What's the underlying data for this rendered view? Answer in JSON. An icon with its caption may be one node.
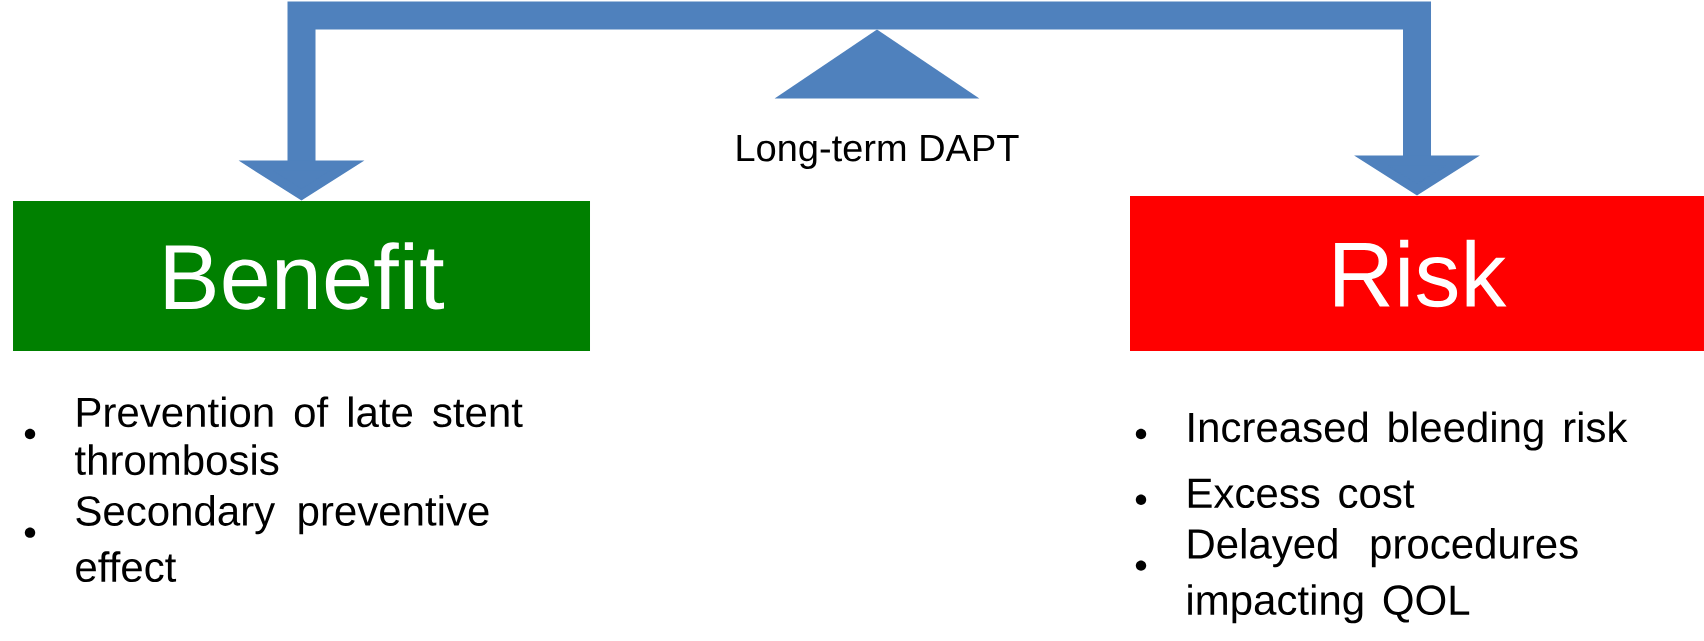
{
  "diagram": {
    "nodes": [
      {
        "text": [],
        "shape": "triangle",
        "beside": [
          "Long-term DAPT"
        ]
      },
      {
        "text": [
          "Benefit"
        ],
        "beside": [
          "Prevention of late stent thrombosis",
          "Secondary preventive effect"
        ]
      },
      {
        "text": [
          "Risk"
        ],
        "beside": [
          "Increased bleeding risk",
          "Excess cost",
          "Delayed procedures impacting QOL"
        ]
      }
    ],
    "edges": [
      {
        "from": 0,
        "to": 1,
        "arrow": "to"
      },
      {
        "from": 0,
        "to": 2,
        "arrow": "to"
      }
    ]
  }
}
